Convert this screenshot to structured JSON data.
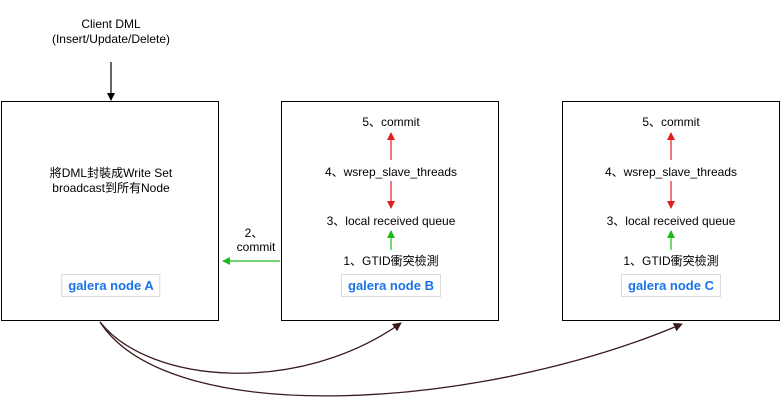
{
  "client": {
    "line1": "Client DML",
    "line2": "(Insert/Update/Delete)"
  },
  "nodeA": {
    "label": "galera node A",
    "desc_line1": "將DML封裝成Write Set",
    "desc_line2": "broadcast到所有Node"
  },
  "nodeB": {
    "label": "galera node B",
    "step5": "5、commit",
    "step4": "4、wsrep_slave_threads",
    "step3": "3、local received queue",
    "step1": "1、GTID衝突檢測"
  },
  "nodeC": {
    "label": "galera node C",
    "step5": "5、commit",
    "step4": "4、wsrep_slave_threads",
    "step3": "3、local received queue",
    "step1": "1、GTID衝突檢測"
  },
  "commit_msg": {
    "line1": "2、",
    "line2": "commit"
  },
  "colors": {
    "label_blue": "#1a73e8",
    "arrow_red": "#e02020",
    "arrow_green": "#1fb81f",
    "arrow_dark": "#3a1a1a",
    "arrow_black": "#000000"
  }
}
